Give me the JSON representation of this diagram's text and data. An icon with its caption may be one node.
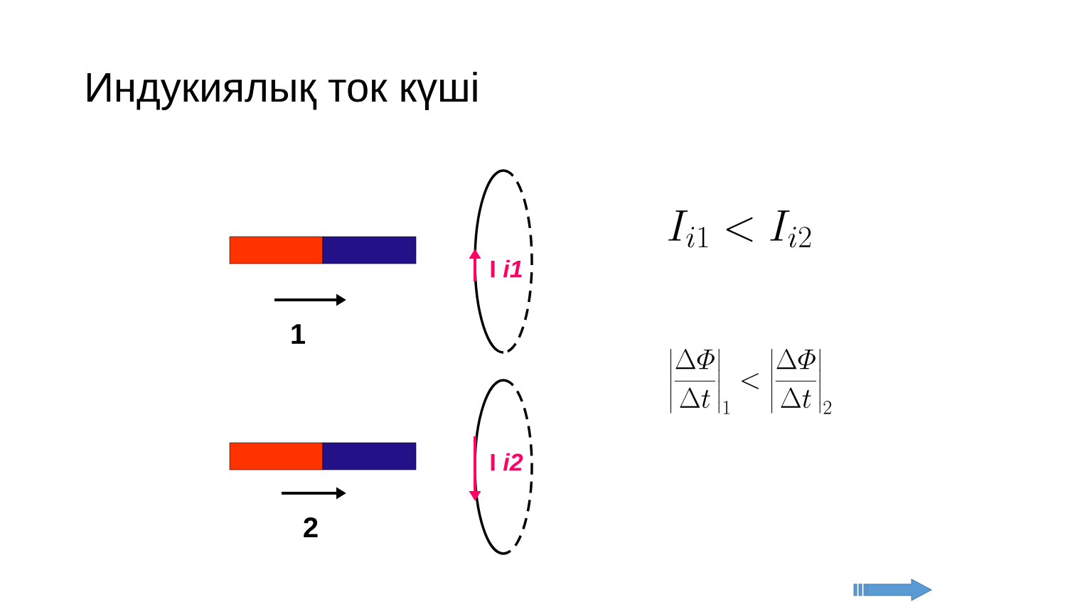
{
  "diagram": {
    "title": "Индукиялық ток күші",
    "labels": [
      "I_{i1} < I_{i2}",
      "I *i1*",
      "1",
      "\\left|\\frac{\\Delta\\varPhi}{\\Delta t}\\right|_1 < \\left|\\frac{\\Delta\\varPhi}{\\Delta t}\\right|_2",
      "I *i2*",
      "2"
    ]
  }
}
